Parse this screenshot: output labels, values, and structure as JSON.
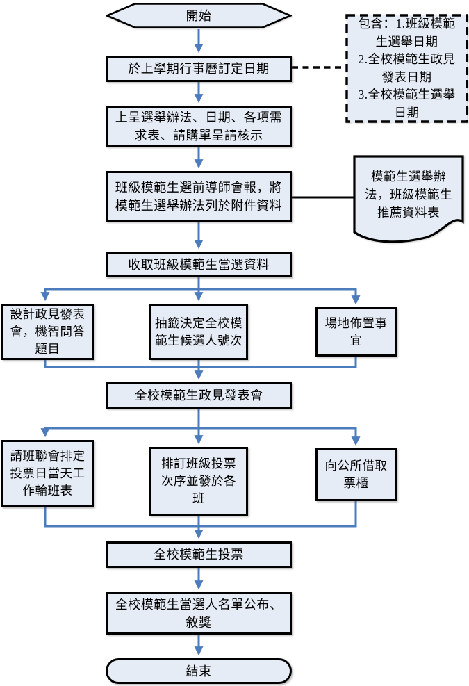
{
  "diagram": {
    "colors": {
      "node_fill": "#E6ECF6",
      "node_border": "#000000",
      "connector_blue": "#4C7CBB",
      "annotation_connector": "#000000",
      "text": "#000000"
    },
    "nodes": {
      "start": {
        "label": "開始",
        "shape": "hexagon"
      },
      "set_date": {
        "lines": [
          "於上學期行事曆訂定日期"
        ]
      },
      "note": {
        "lines": [
          "包含：1.班級模範",
          "生選舉日期",
          "2.全校模範生政見",
          "發表日期",
          "3.全校模範生選舉",
          "日期"
        ]
      },
      "submit": {
        "lines": [
          "上呈選舉辦法、日期、各項需",
          "求表、請購單呈請核示"
        ]
      },
      "teacher_meeting": {
        "lines": [
          "班級模範生選前導師會報，將",
          "模範生選舉辦法列於附件資料"
        ]
      },
      "document": {
        "lines": [
          "模範生選舉辦",
          "法，班級模範生",
          "推薦資料表"
        ]
      },
      "collect": {
        "lines": [
          "收取班級模範生當選資料"
        ]
      },
      "design": {
        "lines": [
          "設計政見發表",
          "會，機智問答",
          "題目"
        ]
      },
      "draw_lots": {
        "lines": [
          "抽籤決定全校模",
          "範生候選人號次"
        ]
      },
      "venue": {
        "lines": [
          "場地佈置事",
          "宜"
        ]
      },
      "presentation": {
        "lines": [
          "全校模範生政見發表會"
        ]
      },
      "shift_schedule": {
        "lines": [
          "請班聯會排定",
          "投票日當天工",
          "作輪班表"
        ]
      },
      "voting_order": {
        "lines": [
          "排訂班級投票",
          "次序並發於各",
          "班"
        ]
      },
      "ballot_box": {
        "lines": [
          "向公所借取",
          "票櫃"
        ]
      },
      "vote": {
        "lines": [
          "全校模範生投票"
        ]
      },
      "announce": {
        "lines": [
          "全校模範生當選人名單公布、",
          "敘獎"
        ]
      },
      "end": {
        "label": "結束",
        "shape": "stadium"
      }
    }
  }
}
